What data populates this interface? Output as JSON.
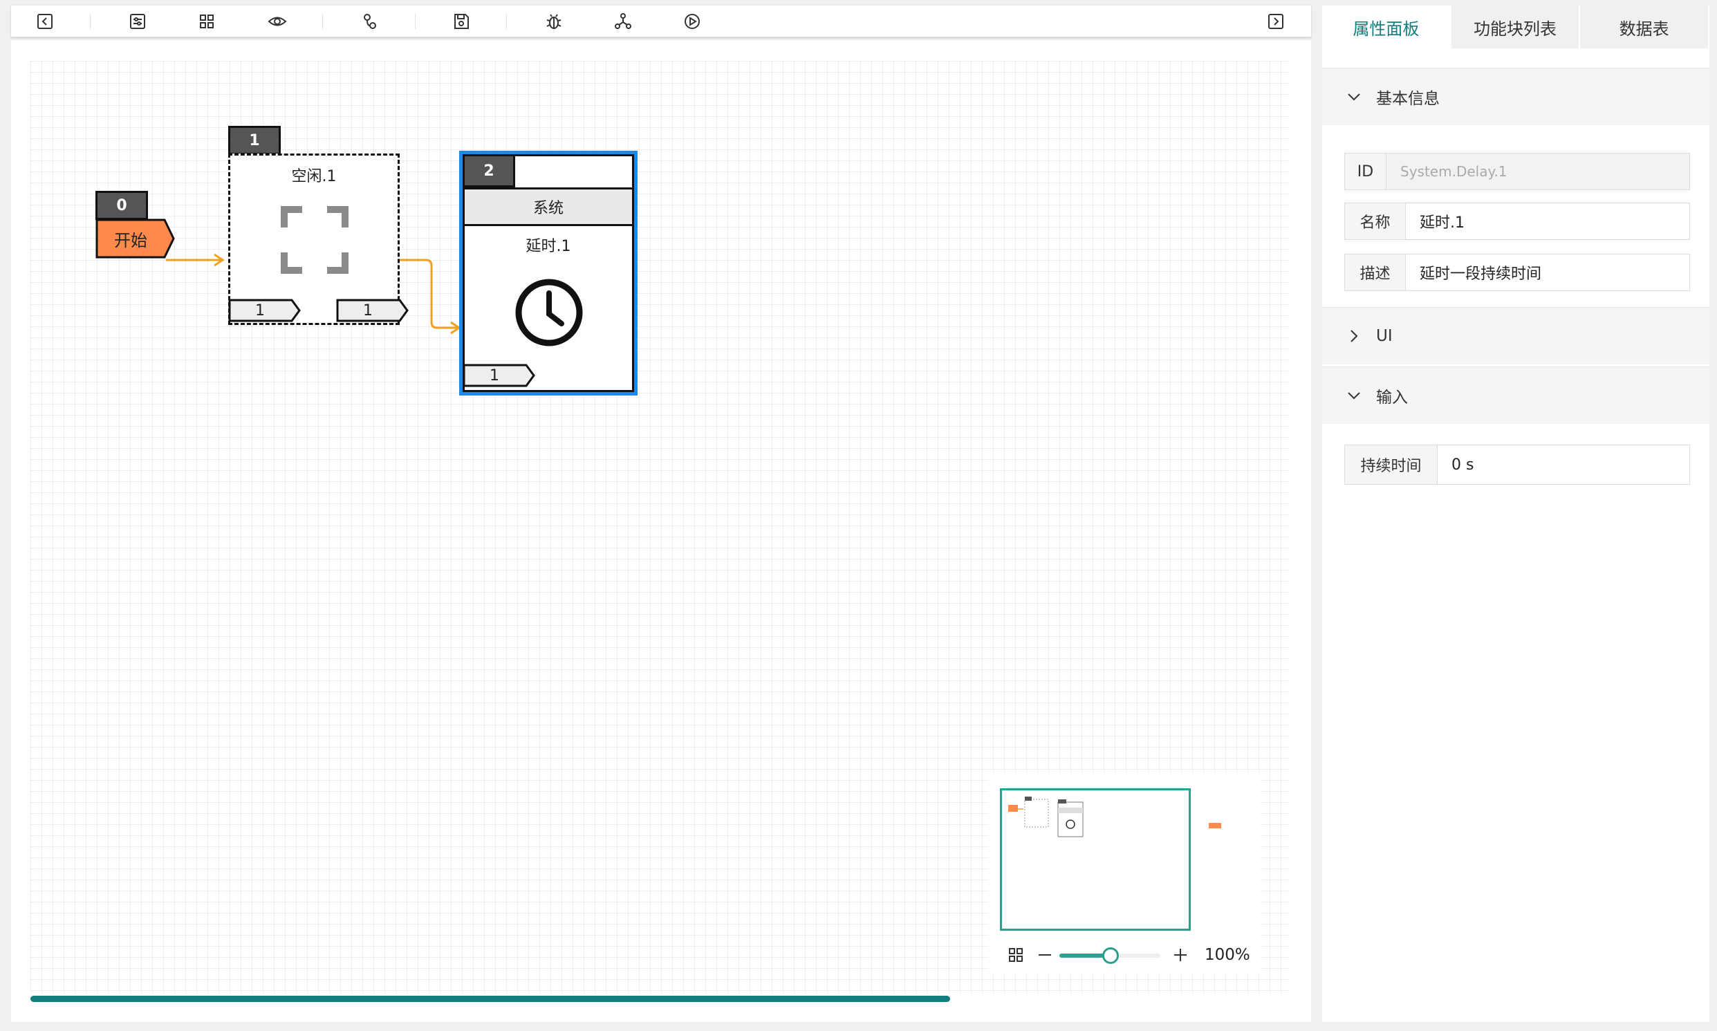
{
  "toolbar": {
    "left_icons": [
      "collapse-left-icon",
      "settings-sliders-icon",
      "fit-view-icon",
      "eye-icon",
      "link-icon",
      "save-icon",
      "debug-bug-icon",
      "network-icon",
      "play-icon"
    ],
    "right_icon": "collapse-right-icon"
  },
  "canvas": {
    "start_node": {
      "id": "0",
      "label": "开始",
      "color": "#ff8a4c"
    },
    "idle_node": {
      "id": "1",
      "title": "空闲.1",
      "ports": [
        "1",
        "1"
      ]
    },
    "delay_node": {
      "id": "2",
      "category": "系统",
      "title": "延时.1",
      "port": "1",
      "selection_color": "#1e88e5"
    },
    "edge_color": "#f0a020"
  },
  "minimap": {
    "zoom": "100%",
    "accent": "#2e9e8e"
  },
  "panel": {
    "tabs": [
      "属性面板",
      "功能块列表",
      "数据表"
    ],
    "active_tab": 0,
    "sections": {
      "basic": {
        "title": "基本信息",
        "expanded": true
      },
      "ui": {
        "title": "UI",
        "expanded": false
      },
      "input": {
        "title": "输入",
        "expanded": true
      }
    },
    "fields": {
      "id": {
        "label": "ID",
        "value": "System.Delay.1"
      },
      "name": {
        "label": "名称",
        "value": "延时.1"
      },
      "desc": {
        "label": "描述",
        "value": "延时一段持续时间"
      },
      "duration": {
        "label": "持续时间",
        "value": "0 s"
      }
    }
  },
  "accent_color": "#127d7d"
}
